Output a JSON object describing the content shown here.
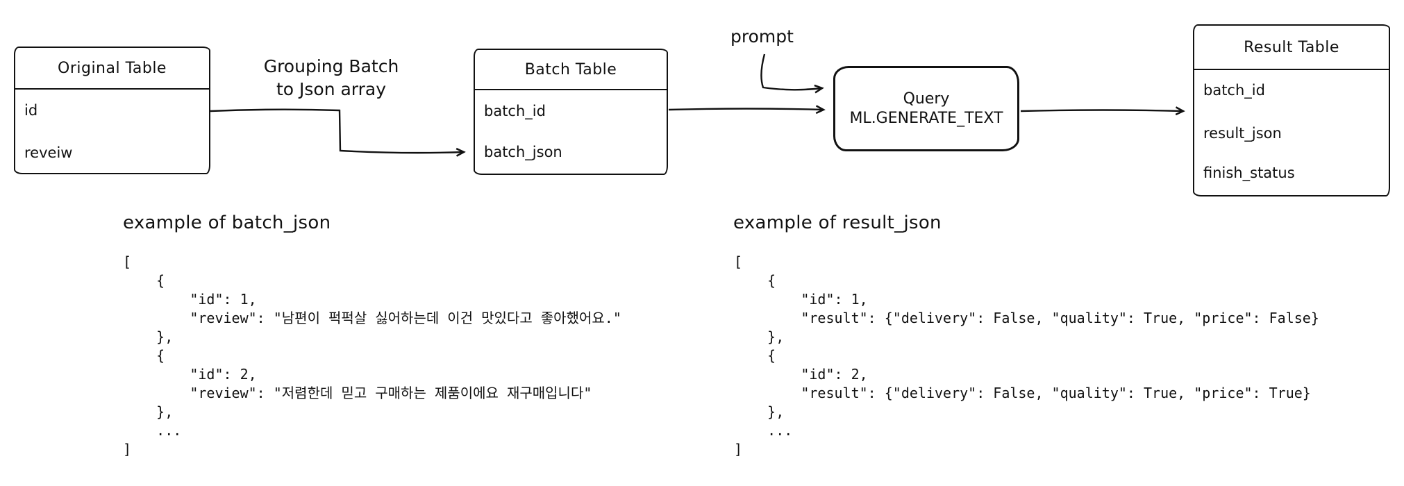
{
  "colors": {
    "ink": "#111111",
    "background": "#ffffff"
  },
  "diagram": {
    "original_table": {
      "title": "Original Table",
      "fields": [
        "id",
        "reveiw"
      ]
    },
    "grouping_label": {
      "line1": "Grouping Batch",
      "line2": "to Json array"
    },
    "batch_table": {
      "title": "Batch Table",
      "fields": [
        "batch_id",
        "batch_json"
      ]
    },
    "prompt_label": "prompt",
    "query_node": {
      "line1": "Query",
      "line2": "ML.GENERATE_TEXT"
    },
    "result_table": {
      "title": "Result Table",
      "fields": [
        "batch_id",
        "result_json",
        "finish_status"
      ]
    }
  },
  "examples": {
    "batch_json": {
      "heading": "example of batch_json",
      "code": [
        "[",
        "    {",
        "        \"id\": 1,",
        "        \"review\": \"남편이 퍽퍽살 싫어하는데 이건 맛있다고 좋아했어요.\"",
        "    },",
        "    {",
        "        \"id\": 2,",
        "        \"review\": \"저렴한데 믿고 구매하는 제품이에요 재구매입니다\"",
        "    },",
        "    ...",
        "]"
      ]
    },
    "result_json": {
      "heading": "example of result_json",
      "code": [
        "[",
        "    {",
        "        \"id\": 1,",
        "        \"result\": {\"delivery\": False, \"quality\": True, \"price\": False}",
        "    },",
        "    {",
        "        \"id\": 2,",
        "        \"result\": {\"delivery\": False, \"quality\": True, \"price\": True}",
        "    },",
        "    ...",
        "]"
      ]
    }
  }
}
